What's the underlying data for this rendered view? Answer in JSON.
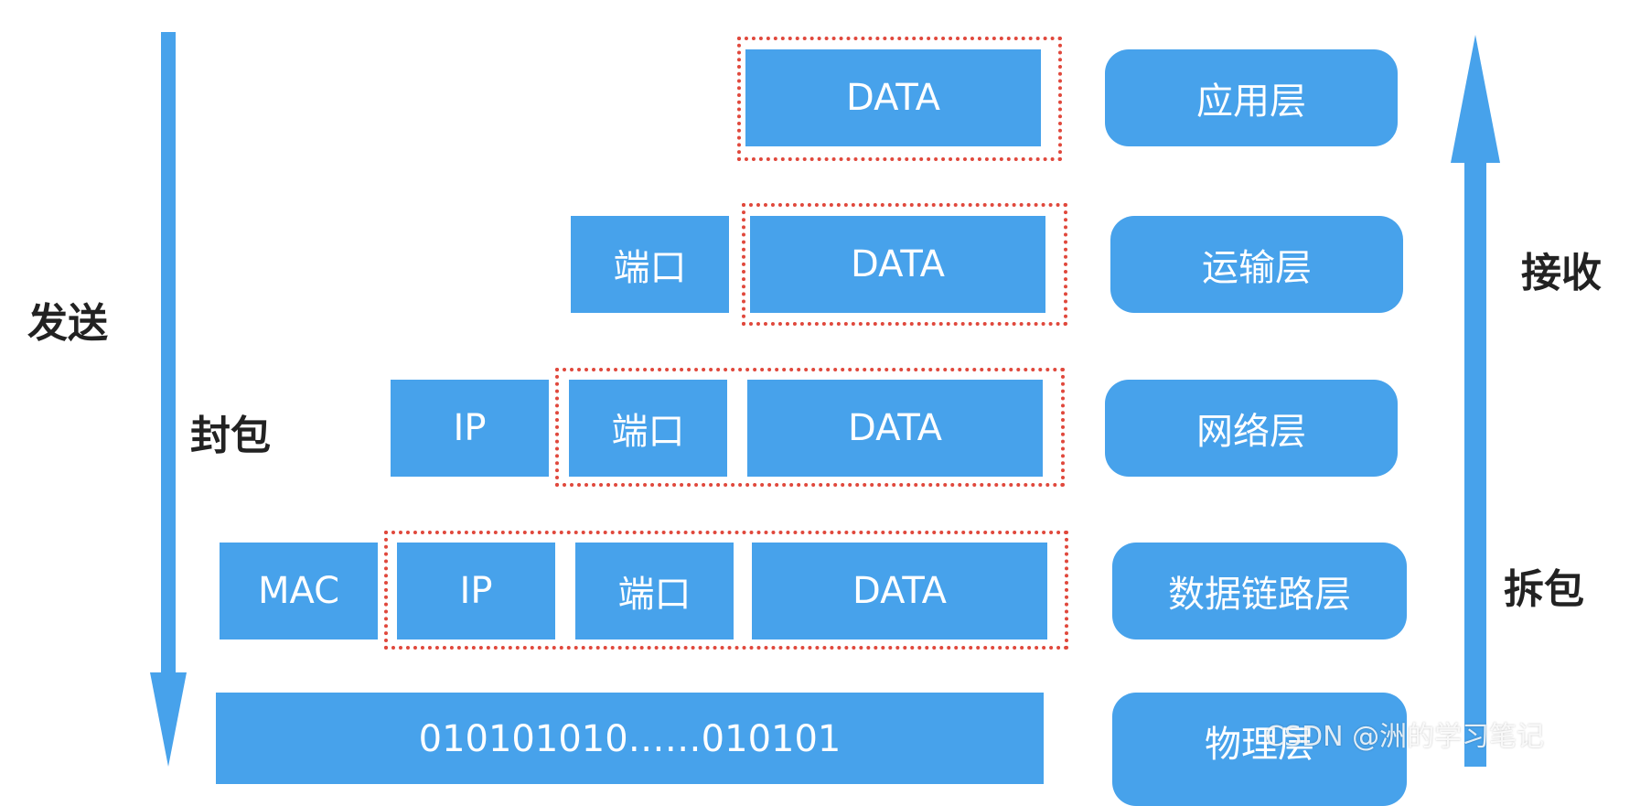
{
  "colors": {
    "block": "#47a2eb",
    "dotted_outline": "#e0483c",
    "arrow": "#47a2eb",
    "label": "#222222"
  },
  "side_labels": {
    "send": "发送",
    "encapsulate": "封包",
    "receive": "接收",
    "decapsulate": "拆包"
  },
  "layers": [
    "应用层",
    "运输层",
    "网络层",
    "数据链路层",
    "物理层"
  ],
  "rows": {
    "application": {
      "data": "DATA"
    },
    "transport": {
      "port": "端口",
      "data": "DATA"
    },
    "network": {
      "ip": "IP",
      "port": "端口",
      "data": "DATA"
    },
    "datalink": {
      "mac": "MAC",
      "ip": "IP",
      "port": "端口",
      "data": "DATA"
    },
    "physical": {
      "bits": "010101010……010101"
    }
  },
  "watermark": "CSDN @洲的学习笔记"
}
